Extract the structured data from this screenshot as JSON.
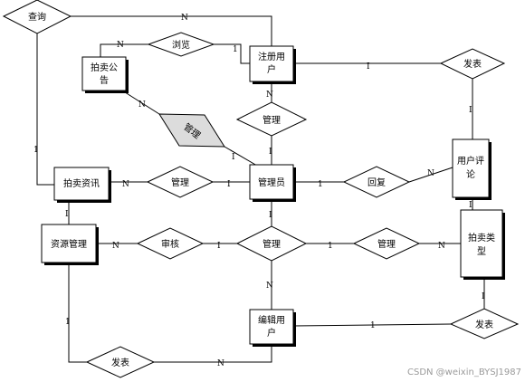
{
  "entities": {
    "auction_notice": [
      "拍卖公",
      "告"
    ],
    "registered_user": [
      "注册用",
      "户"
    ],
    "auction_info": [
      "拍卖资讯"
    ],
    "admin": [
      "管理员"
    ],
    "user_review": [
      "用户评",
      "论"
    ],
    "resource_mgmt": [
      "资源管理"
    ],
    "auction_type": [
      "拍卖类",
      "型"
    ],
    "editor_user": [
      "编辑用",
      "户"
    ]
  },
  "relations": {
    "query": "查询",
    "browse": "浏览",
    "publish_top": "发表",
    "manage_user": "管理",
    "manage_notice": "管理",
    "manage_info": "管理",
    "reply": "回复",
    "audit": "审核",
    "manage_center": "管理",
    "manage_type": "管理",
    "publish_right": "发表",
    "publish_bottom": "发表"
  },
  "cardinality": {
    "one": "1",
    "many": "N",
    "one_bar": "I"
  },
  "watermark": "CSDN @weixin_BYSJ1987"
}
